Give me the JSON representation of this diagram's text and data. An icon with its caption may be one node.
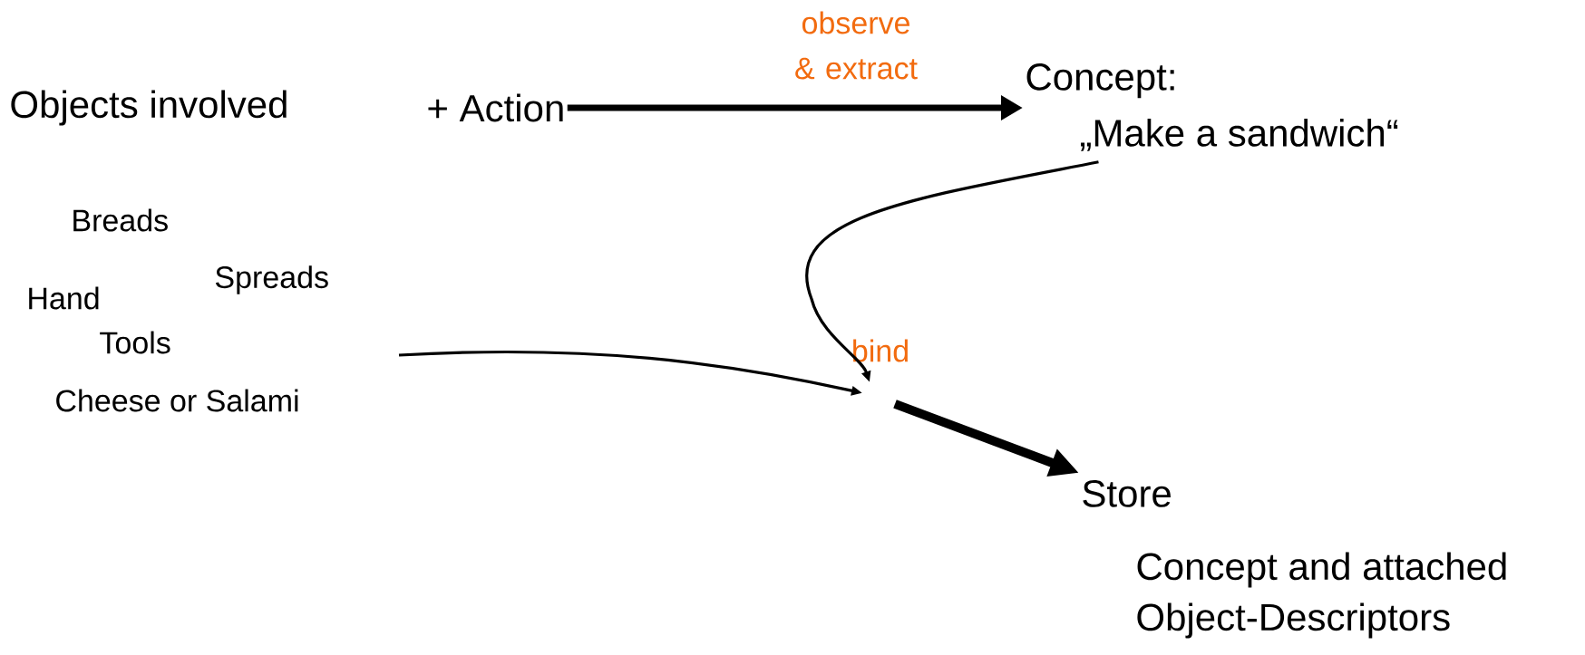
{
  "diagram": {
    "nodes": [
      {
        "text": [
          "Objects involved"
        ]
      },
      {
        "text": [
          "+ Action"
        ]
      },
      {
        "text": [
          "Concept:",
          "„Make a sandwich“"
        ]
      },
      {
        "text": [
          "bind"
        ]
      },
      {
        "text": [
          "Store",
          "Concept and attached Object-Descriptors"
        ]
      }
    ],
    "edges": [
      {
        "from": 1,
        "to": 2,
        "arrow": "to",
        "style": "thick",
        "label": "observe & extract"
      },
      {
        "from": 2,
        "to": 3,
        "arrow": "to"
      },
      {
        "from": null,
        "to": 3,
        "arrow": "to"
      },
      {
        "from": 3,
        "to": 4,
        "arrow": "to",
        "style": "thick"
      }
    ],
    "labels": [
      "Breads",
      "Spreads",
      "Hand",
      "Tools",
      "Cheese or Salami"
    ]
  }
}
